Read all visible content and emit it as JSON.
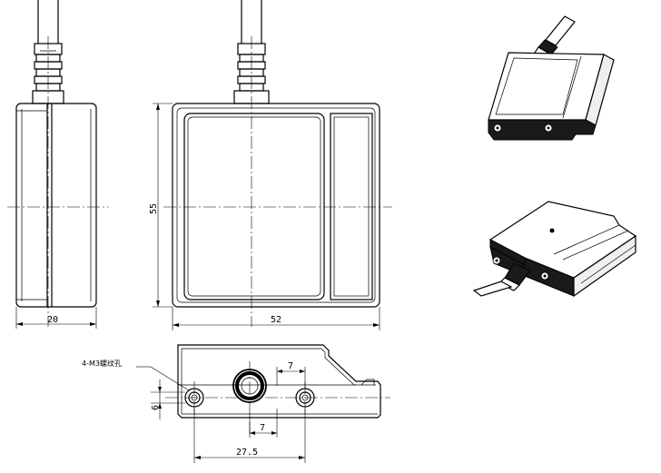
{
  "dimensions": {
    "side_width": "20",
    "front_width": "52",
    "front_height": "55",
    "hole_offset_top": "7",
    "hole_offset_bottom": "7",
    "hole_height": "6",
    "hole_spacing": "27.5"
  },
  "annotations": {
    "mount_holes": "4-M3螺纹孔"
  }
}
